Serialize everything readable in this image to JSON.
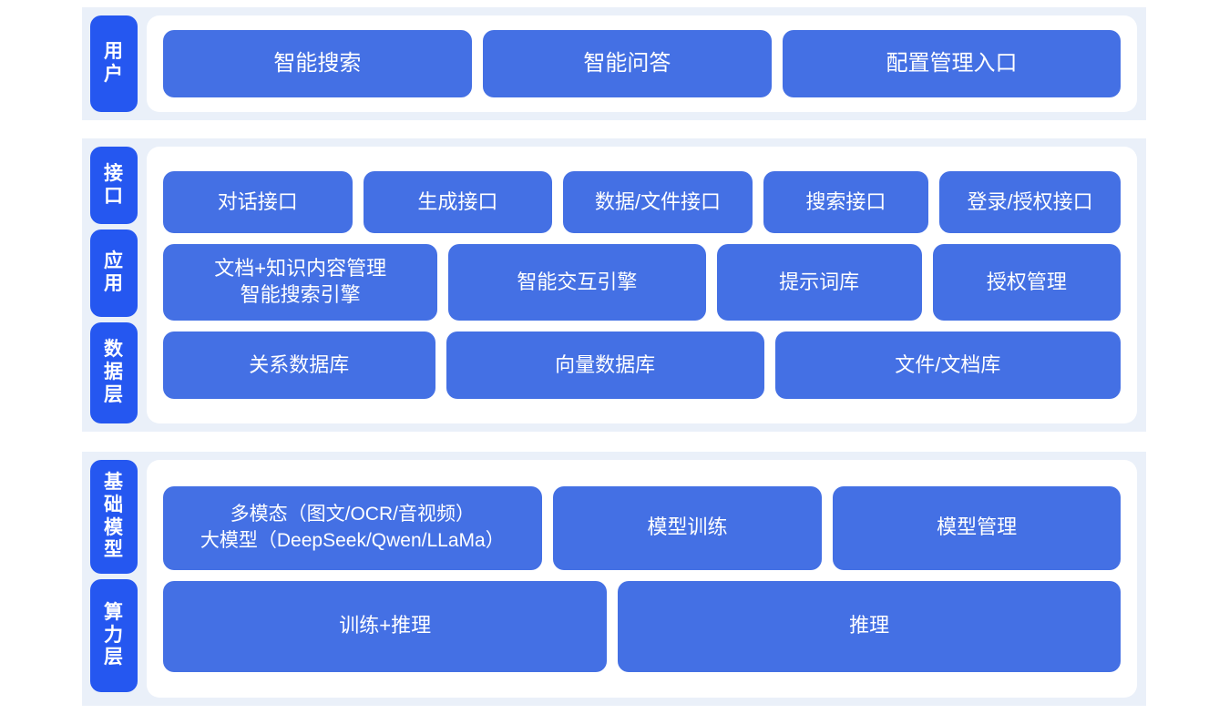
{
  "colors": {
    "page_background": "#ffffff",
    "section_panel": "#eaf0f9",
    "card": "#ffffff",
    "rail_label": "#2557f0",
    "box": "#4470e4",
    "box_text": "#ffffff"
  },
  "sections": [
    {
      "id": "user",
      "rails": [
        {
          "label": "用户"
        }
      ],
      "rows": [
        {
          "id": "user-entry",
          "boxes": [
            {
              "label": "智能搜索"
            },
            {
              "label": "智能问答"
            },
            {
              "label": "配置管理入口"
            }
          ]
        }
      ]
    },
    {
      "id": "middle",
      "rails": [
        {
          "label": "接口"
        },
        {
          "label": "应用"
        },
        {
          "label": "数据层"
        }
      ],
      "rows": [
        {
          "id": "api",
          "boxes": [
            {
              "label": "对话接口"
            },
            {
              "label": "生成接口"
            },
            {
              "label": "数据/文件接口"
            },
            {
              "label": "搜索接口"
            },
            {
              "label": "登录/授权接口"
            }
          ]
        },
        {
          "id": "app",
          "boxes": [
            {
              "label": "文档+知识内容管理\n智能搜索引擎"
            },
            {
              "label": "智能交互引擎"
            },
            {
              "label": "提示词库"
            },
            {
              "label": "授权管理"
            }
          ]
        },
        {
          "id": "data",
          "boxes": [
            {
              "label": "关系数据库"
            },
            {
              "label": "向量数据库"
            },
            {
              "label": "文件/文档库"
            }
          ]
        }
      ]
    },
    {
      "id": "infra",
      "rails": [
        {
          "label": "基础模型"
        },
        {
          "label": "算力层"
        }
      ],
      "rows": [
        {
          "id": "model",
          "boxes": [
            {
              "label": "多模态（图文/OCR/音视频）\n大模型（DeepSeek/Qwen/LLaMa）"
            },
            {
              "label": "模型训练"
            },
            {
              "label": "模型管理"
            }
          ]
        },
        {
          "id": "power",
          "boxes": [
            {
              "label": "训练+推理"
            },
            {
              "label": "推理"
            }
          ]
        }
      ]
    }
  ]
}
